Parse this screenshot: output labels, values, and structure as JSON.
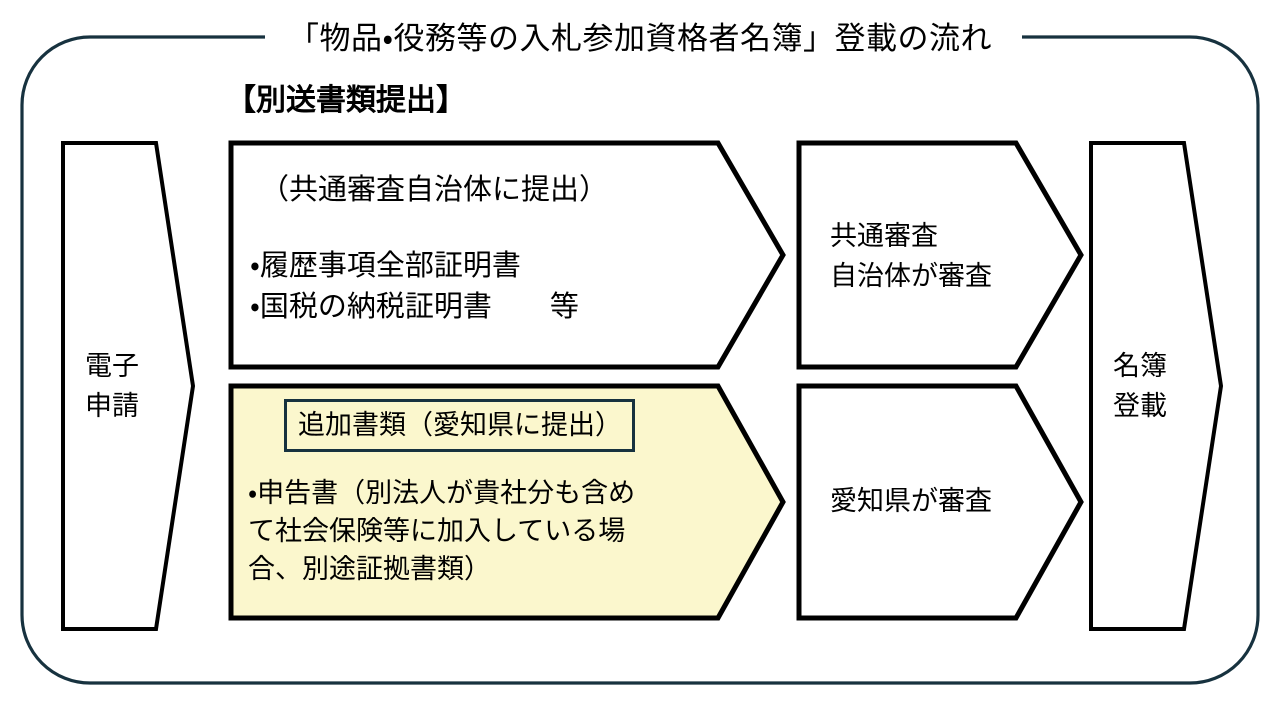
{
  "diagram": {
    "title": "「物品・役務等の入札参加資格者名簿」登載の流れ",
    "subtitle": "【別送書類提出】",
    "frame_color": "#17323f",
    "shape_outline_color": "#000000",
    "highlight_fill": "#fbf7cd"
  },
  "steps": {
    "application": {
      "name": "electronic-application",
      "label_line1": "電子",
      "label_line2": "申請"
    },
    "common_docs": {
      "name": "common-review-documents",
      "heading": "（共通審査自治体に提出）",
      "items": [
        "・履歴事項全部証明書",
        "・国税の納税証明書　　等"
      ]
    },
    "additional_docs": {
      "name": "additional-documents",
      "caption": "追加書類（愛知県に提出）",
      "body": "・申告書（別法人が貴社分も含めて社会保険等に加入している場合、別途証拠書類）"
    },
    "common_review": {
      "name": "common-review-body",
      "label_line1": "共通審査",
      "label_line2": "自治体が審査"
    },
    "aichi_review": {
      "name": "aichi-review",
      "label": "愛知県が審査"
    },
    "registration": {
      "name": "list-registration",
      "label_line1": "名簿",
      "label_line2": "登載"
    }
  }
}
